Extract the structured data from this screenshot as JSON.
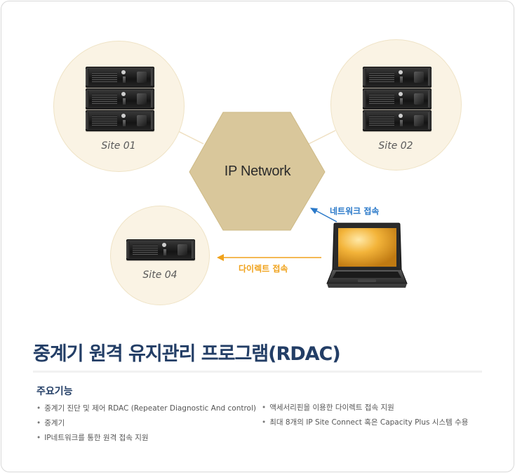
{
  "diagram": {
    "network_label": "IP Network",
    "sites": [
      {
        "id": "site01",
        "label": "Site 01"
      },
      {
        "id": "site02",
        "label": "Site 02"
      },
      {
        "id": "site04",
        "label": "Site 04"
      }
    ],
    "network_link_label": "네트워크 접속",
    "direct_link_label": "다이렉트 접속",
    "colors": {
      "network_arrow": "#2a79c9",
      "direct_arrow": "#f0a21b",
      "hexagon": "#d9c79b",
      "site_circle": "#faf3e4"
    },
    "icons": [
      "radio-repeater-icon",
      "laptop-icon"
    ]
  },
  "page_title": "중계기 원격 유지관리 프로그램(RDAC)",
  "features": {
    "heading": "주요기능",
    "left": [
      {
        "text": "중계기 진단 및 제어 RDAC (Repeater Diagnostic And control)"
      },
      {
        "text": "중계기"
      },
      {
        "text": "IP네트워크를 통한 원격 접속 지원"
      }
    ],
    "right": [
      {
        "text": "액세서리핀을 이용한 다이렉트 접속 지원"
      },
      {
        "text": "최대 8개의 IP Site Connect 혹은 Capacity Plus 시스템 수용"
      }
    ]
  }
}
